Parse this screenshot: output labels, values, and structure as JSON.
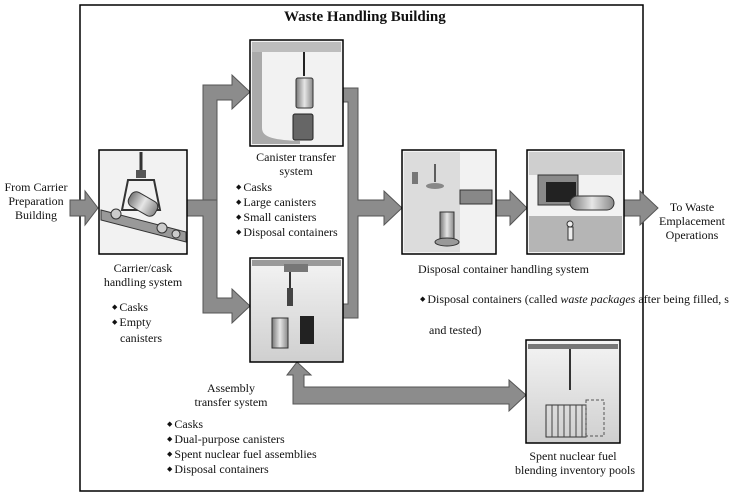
{
  "title": "Waste Handling Building",
  "inputs": {
    "from": [
      "From Carrier",
      "Preparation",
      "Building"
    ],
    "to": [
      "To Waste",
      "Emplacement",
      "Operations"
    ]
  },
  "carrier": {
    "label": [
      "Carrier/cask",
      "handling system"
    ],
    "bullets": [
      "Casks",
      "Empty",
      "canisters"
    ]
  },
  "canister": {
    "label": [
      "Canister transfer",
      "system"
    ],
    "bullets": [
      "Casks",
      "Large canisters",
      "Small canisters",
      "Disposal containers"
    ]
  },
  "assembly": {
    "label": [
      "Assembly",
      "transfer system"
    ],
    "bullets": [
      "Casks",
      "Dual-purpose canisters",
      "Spent nuclear fuel assemblies",
      "Disposal containers"
    ]
  },
  "disposal": {
    "label": "Disposal container handling system",
    "note_pre": "Disposal containers (called ",
    "note_em": "waste packages",
    "note_line1_post": " after being filled, sealed,",
    "note_line2": "and tested)"
  },
  "pools": {
    "label": [
      "Spent nuclear fuel",
      "blending inventory pools"
    ]
  },
  "colors": {
    "arrow": "#8c8c8c",
    "arrow_edge": "#555555",
    "frame": "#000000",
    "panel_bg": "#f2f2f2"
  }
}
